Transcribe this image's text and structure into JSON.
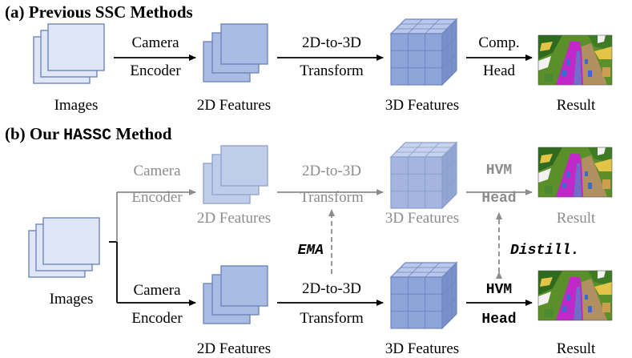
{
  "panel_a": {
    "title": "(a) Previous SSC Methods",
    "images_label": "Images",
    "encoder_line1": "Camera",
    "encoder_line2": "Encoder",
    "features2d_label": "2D Features",
    "transform_line1": "2D-to-3D",
    "transform_line2": "Transform",
    "features3d_label": "3D Features",
    "head_line1": "Comp.",
    "head_line2": "Head",
    "result_label": "Result"
  },
  "panel_b": {
    "title_prefix": "(b) Our ",
    "title_method": "HASSC",
    "title_suffix": " Method",
    "images_label": "Images",
    "teacher": {
      "encoder_line1": "Camera",
      "encoder_line2": "Encoder",
      "features2d_label": "2D Features",
      "transform_line1": "2D-to-3D",
      "transform_line2": "Transform",
      "features3d_label": "3D Features",
      "head_line1": "HVM",
      "head_line2": "Head",
      "result_label": "Result"
    },
    "student": {
      "encoder_line1": "Camera",
      "encoder_line2": "Encoder",
      "features2d_label": "2D Features",
      "transform_line1": "2D-to-3D",
      "transform_line2": "Transform",
      "features3d_label": "3D Features",
      "head_line1": "HVM",
      "head_line2": "Head",
      "result_label": "Result"
    },
    "ema_label": "EMA",
    "distill_label": "Distill."
  },
  "colors": {
    "text": "#000000",
    "faded_text": "#8c8c8c",
    "image_fill": "#dfe6f6",
    "image_stroke": "#6f86bd",
    "feature_fill": "#a9bde4",
    "cube_front": "#8ea5d9",
    "cube_top": "#b8c7ea",
    "cube_side": "#7891c9",
    "arrow": "#000000",
    "faded_arrow": "#8c8c8c"
  }
}
